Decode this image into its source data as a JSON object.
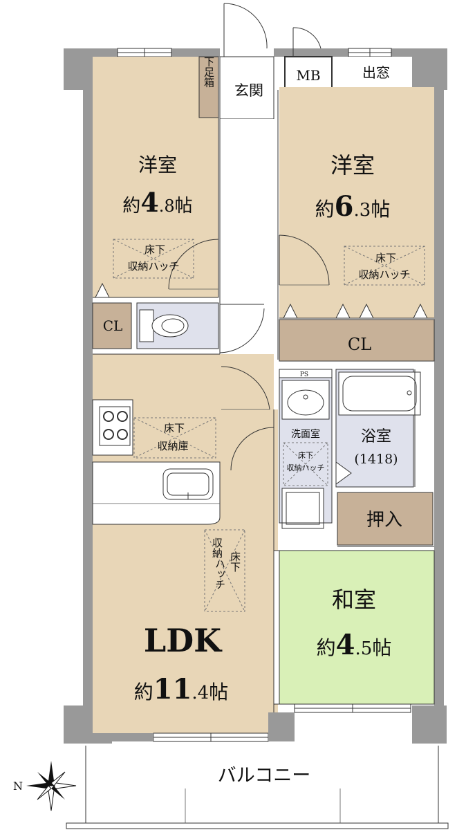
{
  "rooms": {
    "western_left": {
      "name": "洋室",
      "size_prefix": "約",
      "size_major": "4",
      "size_minor": ".8",
      "size_unit": "帖"
    },
    "western_right": {
      "name": "洋室",
      "size_prefix": "約",
      "size_major": "6",
      "size_minor": ".3",
      "size_unit": "帖"
    },
    "ldk": {
      "name": "LDK",
      "size_prefix": "約",
      "size_major": "11",
      "size_minor": ".4",
      "size_unit": "帖"
    },
    "japanese": {
      "name": "和室",
      "size_prefix": "約",
      "size_major": "4",
      "size_minor": ".5",
      "size_unit": "帖"
    },
    "bath": {
      "name": "浴室",
      "code": "(1418)"
    },
    "washroom": {
      "name": "洗面室"
    },
    "entrance": {
      "name": "玄関"
    },
    "shoe_box": {
      "name": "下足箱"
    },
    "mb": {
      "name": "MB"
    },
    "bay_window": {
      "name": "出窓"
    },
    "cl_left": {
      "name": "CL"
    },
    "cl_right": {
      "name": "CL"
    },
    "oshiire": {
      "name": "押入"
    },
    "ps": {
      "name": "PS"
    },
    "balcony": {
      "name": "バルコニー"
    }
  },
  "hatches": {
    "h1_line1": "床下",
    "h1_line2": "収納ハッチ",
    "h2_line1": "床下",
    "h2_line2": "収納ハッチ",
    "h3_line1": "床下",
    "h3_line2": "収納庫",
    "h4_line1": "床下",
    "h4_line2": "収納ハッチ",
    "h5_col1": "収納",
    "h5_col2": "床下",
    "h5_col3": "ハッチ"
  },
  "compass": {
    "north": "N"
  },
  "colors": {
    "floor_wood": "#e8d6b7",
    "tatami": "#d9f0b7",
    "wet_area": "#dfe1ec",
    "closet": "#c7b198",
    "wall": "#999999",
    "white": "#ffffff"
  }
}
